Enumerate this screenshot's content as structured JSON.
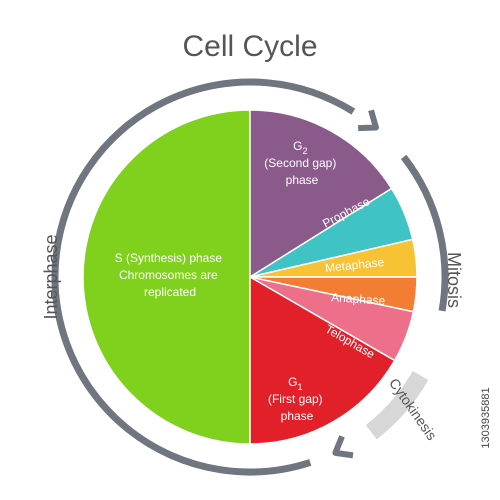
{
  "title": "Cell Cycle",
  "colors": {
    "s_phase": "#7fd11d",
    "g2": "#8a5a8b",
    "prophase": "#3fc3c5",
    "metaphase": "#f8c235",
    "anaphase": "#f47d34",
    "telophase": "#ee6f8a",
    "g1": "#e2202a",
    "arrow": "#6f7680",
    "cytokinesis_band": "#d7d7d7"
  },
  "segments": [
    {
      "id": "s",
      "lines": [
        "S (Synthesis) phase",
        "Chromosomes are",
        "replicated"
      ]
    },
    {
      "id": "g2",
      "lines": [
        "G",
        "(Second gap)",
        "phase"
      ],
      "sub": "2"
    },
    {
      "id": "prophase",
      "lines": [
        "Prophase"
      ]
    },
    {
      "id": "metaphase",
      "lines": [
        "Metaphase"
      ]
    },
    {
      "id": "anaphase",
      "lines": [
        "Anaphase"
      ]
    },
    {
      "id": "telophase",
      "lines": [
        "Telophase"
      ]
    },
    {
      "id": "g1",
      "lines": [
        "G",
        "(First gap)",
        "phase"
      ],
      "sub": "1"
    }
  ],
  "arc_labels": {
    "interphase": "Interphase",
    "mitosis": "Mitosis",
    "cytokinesis": "Cytokinesis"
  },
  "stock_id": "1303935881"
}
